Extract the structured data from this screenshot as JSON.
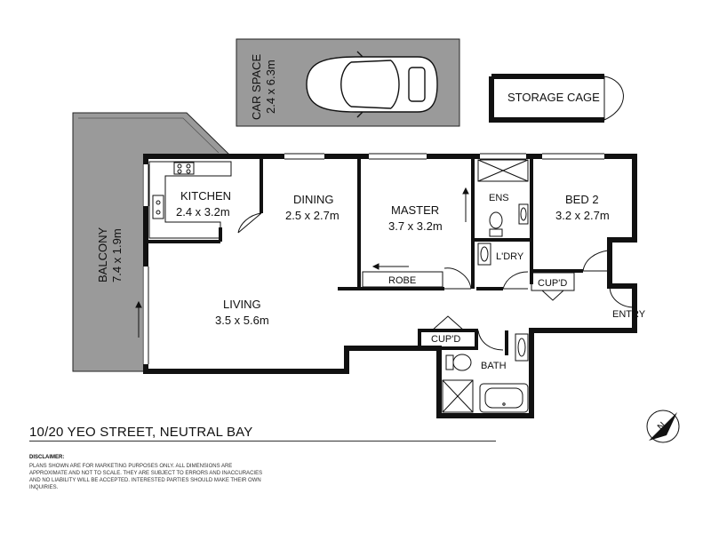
{
  "rooms": {
    "car_space": {
      "name": "CAR SPACE",
      "dims": "2.4 x 6.3m"
    },
    "storage": {
      "name": "STORAGE CAGE"
    },
    "balcony": {
      "name": "BALCONY",
      "dims": "7.4 x 1.9m"
    },
    "kitchen": {
      "name": "KITCHEN",
      "dims": "2.4 x 3.2m"
    },
    "dining": {
      "name": "DINING",
      "dims": "2.5 x 2.7m"
    },
    "master": {
      "name": "MASTER",
      "dims": "3.7 x 3.2m"
    },
    "ens": {
      "name": "ENS"
    },
    "bed2": {
      "name": "BED 2",
      "dims": "3.2 x 2.7m"
    },
    "ldry": {
      "name": "L'DRY"
    },
    "living": {
      "name": "LIVING",
      "dims": "3.5 x 5.6m"
    },
    "robe": {
      "name": "ROBE"
    },
    "cupd1": {
      "name": "CUP'D"
    },
    "cupd2": {
      "name": "CUP'D"
    },
    "entry": {
      "name": "ENTRY"
    },
    "bath": {
      "name": "BATH"
    }
  },
  "compass": {
    "label": "N"
  },
  "address": "10/20 YEO STREET, NEUTRAL BAY",
  "disclaimer": {
    "title": "DISCLAIMER:",
    "text": "PLANS SHOWN ARE FOR MARKETING PURPOSES ONLY. ALL DIMENSIONS ARE APPROXIMATE AND NOT TO SCALE. THEY ARE SUBJECT TO ERRORS AND INACCURACIES AND NO LIABILITY WILL BE ACCEPTED. INTERESTED PARTIES SHOULD MAKE THEIR OWN INQUIRIES."
  }
}
